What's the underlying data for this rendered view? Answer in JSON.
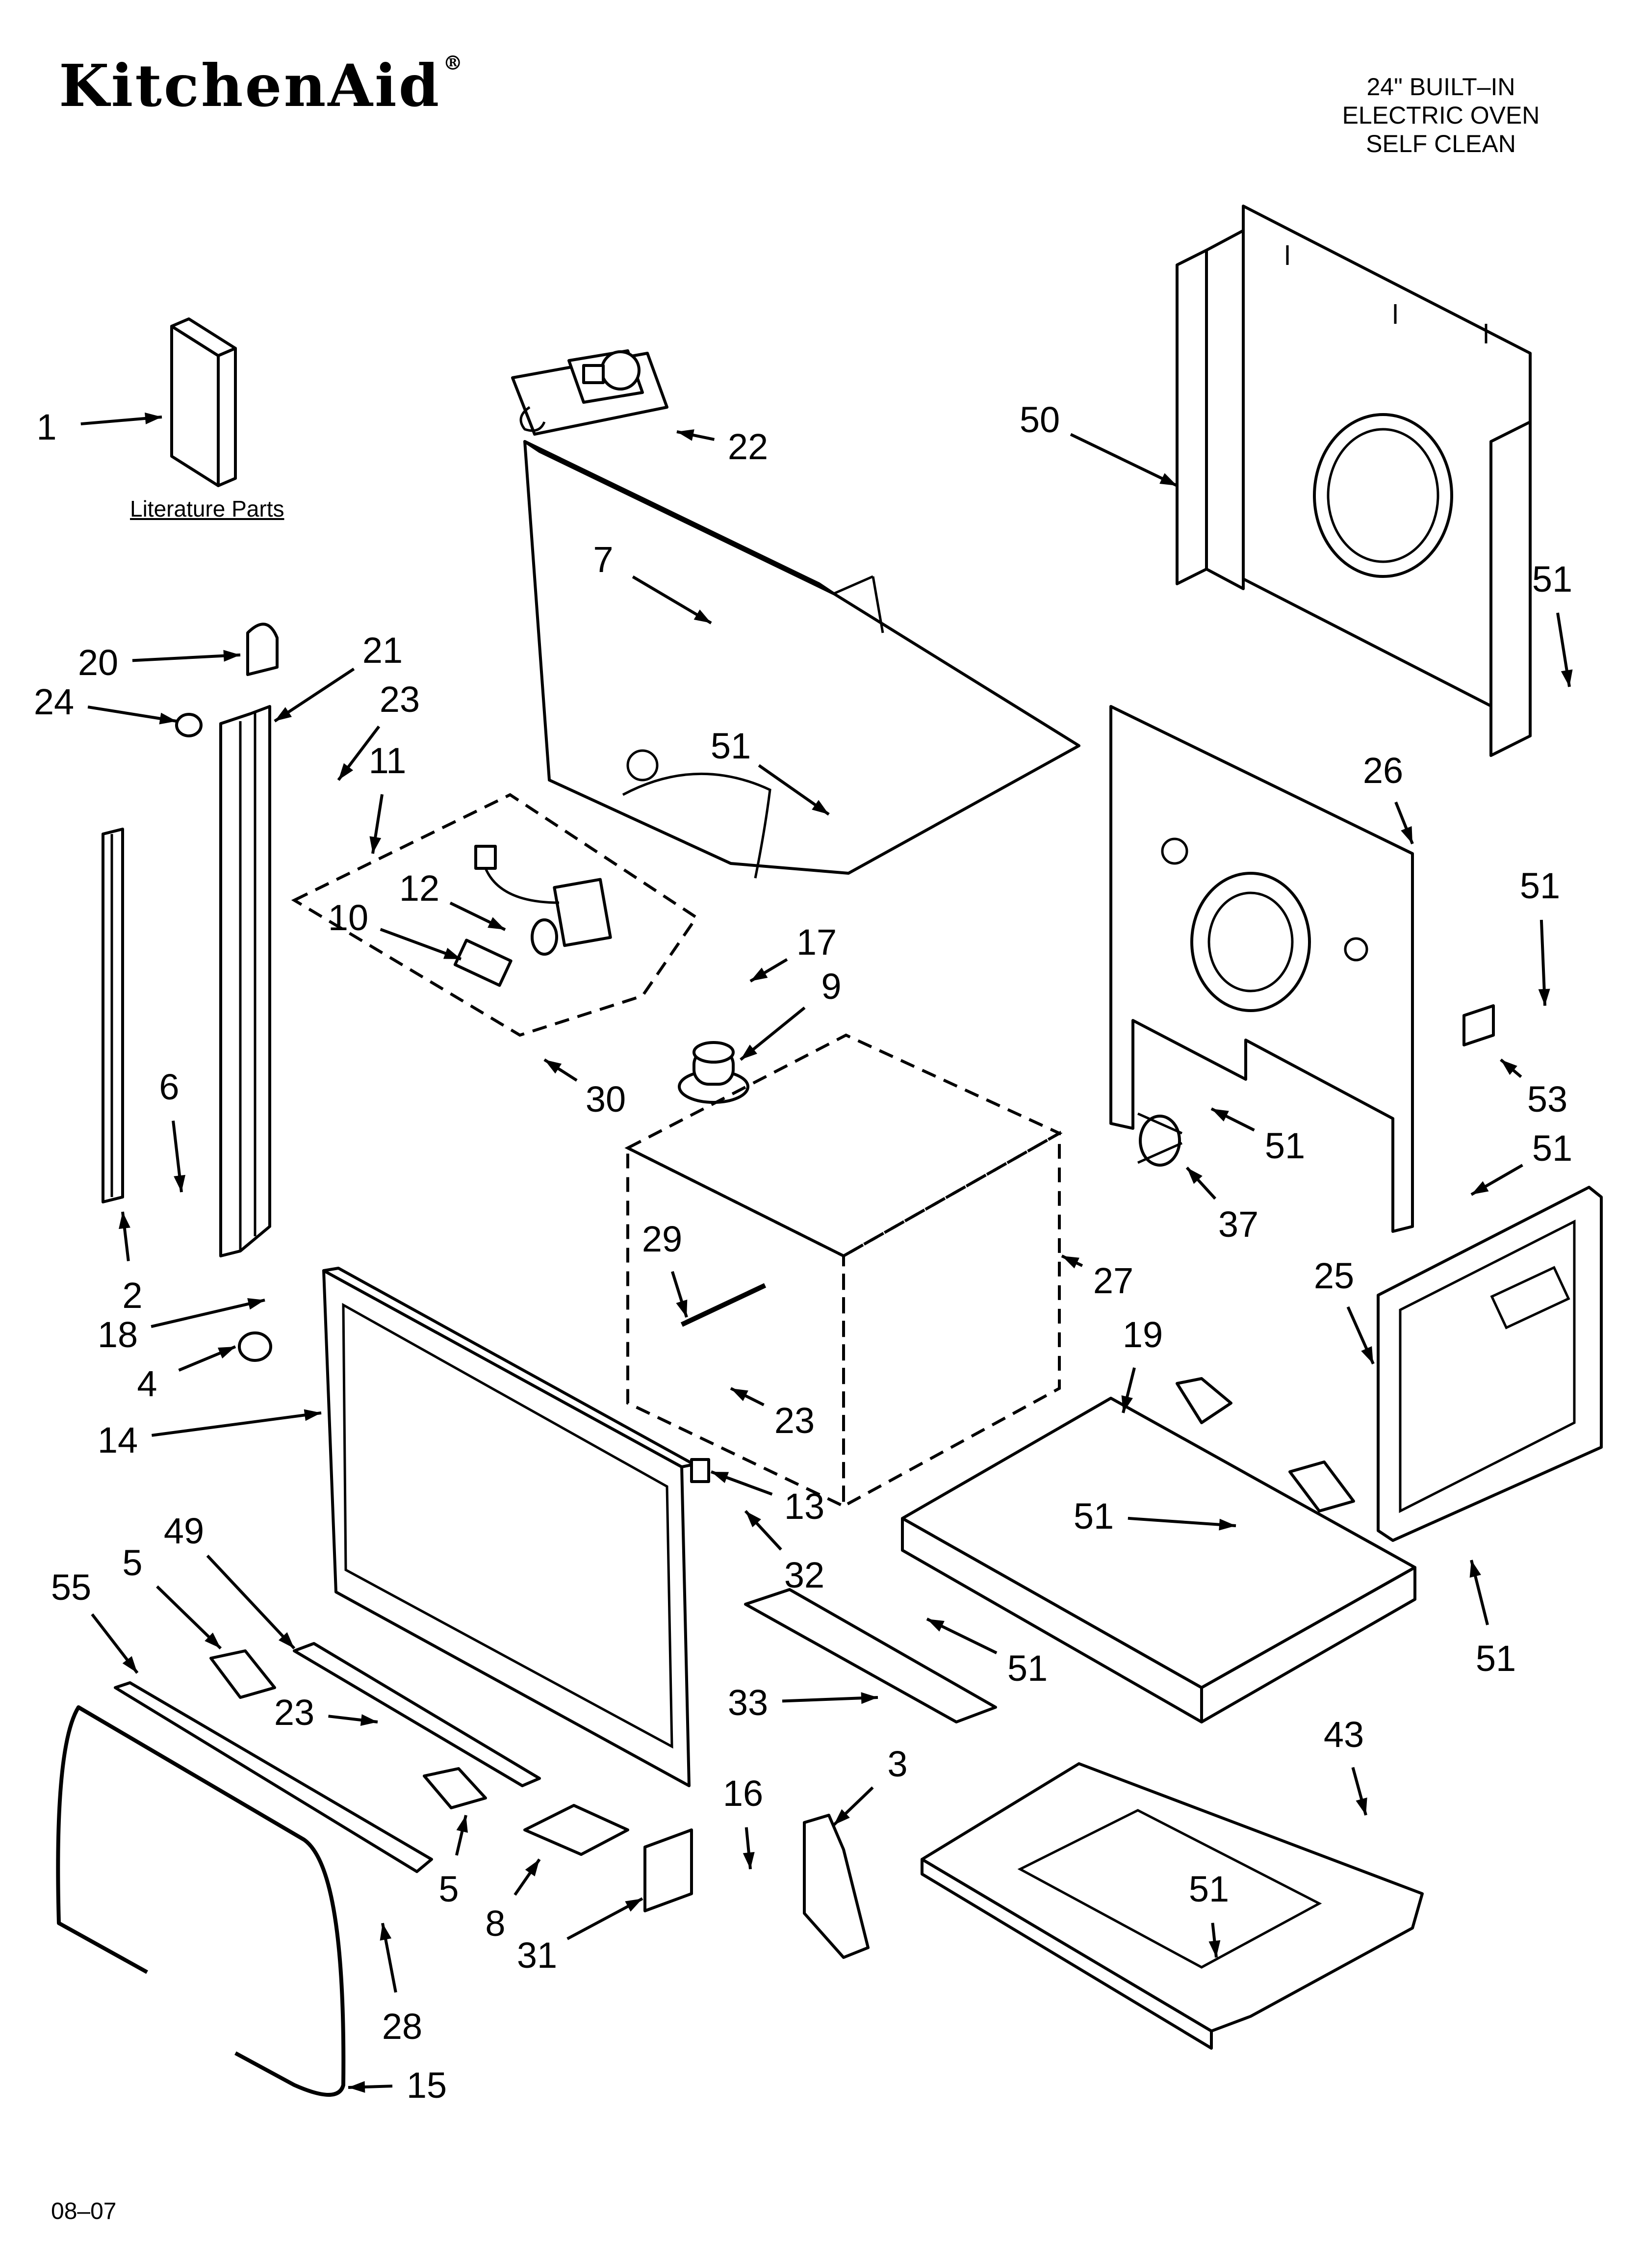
{
  "brand": {
    "name": "KitchenAid",
    "registered_mark": "®"
  },
  "header": {
    "lines": [
      "24\" BUILT–IN",
      "ELECTRIC OVEN",
      "SELF CLEAN"
    ]
  },
  "literature_label": "Literature Parts",
  "date_code": "08–07",
  "callouts": [
    {
      "id": "c1",
      "text": "1"
    },
    {
      "id": "c22",
      "text": "22"
    },
    {
      "id": "c50",
      "text": "50"
    },
    {
      "id": "c51a",
      "text": "51"
    },
    {
      "id": "c7",
      "text": "7"
    },
    {
      "id": "c20",
      "text": "20"
    },
    {
      "id": "c21",
      "text": "21"
    },
    {
      "id": "c24",
      "text": "24"
    },
    {
      "id": "c23a",
      "text": "23"
    },
    {
      "id": "c11",
      "text": "11"
    },
    {
      "id": "c51b",
      "text": "51"
    },
    {
      "id": "c26",
      "text": "26"
    },
    {
      "id": "c12",
      "text": "12"
    },
    {
      "id": "c10",
      "text": "10"
    },
    {
      "id": "c51c",
      "text": "51"
    },
    {
      "id": "c17",
      "text": "17"
    },
    {
      "id": "c9",
      "text": "9"
    },
    {
      "id": "c6",
      "text": "6"
    },
    {
      "id": "c30",
      "text": "30"
    },
    {
      "id": "c53",
      "text": "53"
    },
    {
      "id": "c51d",
      "text": "51"
    },
    {
      "id": "c51e",
      "text": "51"
    },
    {
      "id": "c37",
      "text": "37"
    },
    {
      "id": "c29",
      "text": "29"
    },
    {
      "id": "c27",
      "text": "27"
    },
    {
      "id": "c2",
      "text": "2"
    },
    {
      "id": "c18",
      "text": "18"
    },
    {
      "id": "c25",
      "text": "25"
    },
    {
      "id": "c19",
      "text": "19"
    },
    {
      "id": "c4",
      "text": "4"
    },
    {
      "id": "c23b",
      "text": "23"
    },
    {
      "id": "c14",
      "text": "14"
    },
    {
      "id": "c13",
      "text": "13"
    },
    {
      "id": "c51f",
      "text": "51"
    },
    {
      "id": "c32",
      "text": "32"
    },
    {
      "id": "c5a",
      "text": "5"
    },
    {
      "id": "c49",
      "text": "49"
    },
    {
      "id": "c55",
      "text": "55"
    },
    {
      "id": "c51g",
      "text": "51"
    },
    {
      "id": "c51h",
      "text": "51"
    },
    {
      "id": "c33",
      "text": "33"
    },
    {
      "id": "c23c",
      "text": "23"
    },
    {
      "id": "c16",
      "text": "16"
    },
    {
      "id": "c3",
      "text": "3"
    },
    {
      "id": "c43",
      "text": "43"
    },
    {
      "id": "c5b",
      "text": "5"
    },
    {
      "id": "c8",
      "text": "8"
    },
    {
      "id": "c31",
      "text": "31"
    },
    {
      "id": "c51i",
      "text": "51"
    },
    {
      "id": "c28",
      "text": "28"
    },
    {
      "id": "c15",
      "text": "15"
    }
  ]
}
